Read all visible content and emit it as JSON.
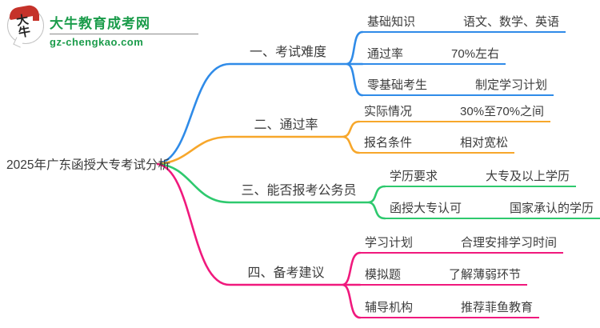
{
  "logo": {
    "site_name": "大牛教育成考网",
    "site_url": "gz-chengkao.com",
    "icon_text": "大牛"
  },
  "root": {
    "title": "2025年广东函授大专考试分析"
  },
  "colors": {
    "branch_blue": "#2f8be8",
    "branch_orange": "#f7a72b",
    "branch_green": "#2ec96e",
    "branch_pink": "#f0197d",
    "logo_green": "#1b9c4b",
    "logo_red": "#c5322a",
    "text": "#3c3c3c"
  },
  "branches": [
    {
      "label": "一、考试难度",
      "color": "#2f8be8",
      "children": [
        {
          "label": "基础知识",
          "value": "语文、数学、英语"
        },
        {
          "label": "通过率",
          "value": "70%左右"
        },
        {
          "label": "零基础考生",
          "value": "制定学习计划"
        }
      ]
    },
    {
      "label": "二、通过率",
      "color": "#f7a72b",
      "children": [
        {
          "label": "实际情况",
          "value": "30%至70%之间"
        },
        {
          "label": "报名条件",
          "value": "相对宽松"
        }
      ]
    },
    {
      "label": "三、能否报考公务员",
      "color": "#2ec96e",
      "children": [
        {
          "label": "学历要求",
          "value": "大专及以上学历"
        },
        {
          "label": "函授大专认可",
          "value": "国家承认的学历"
        }
      ]
    },
    {
      "label": "四、备考建议",
      "color": "#f0197d",
      "children": [
        {
          "label": "学习计划",
          "value": "合理安排学习时间"
        },
        {
          "label": "模拟题",
          "value": "了解薄弱环节"
        },
        {
          "label": "辅导机构",
          "value": "推荐菲鱼教育"
        }
      ]
    }
  ]
}
